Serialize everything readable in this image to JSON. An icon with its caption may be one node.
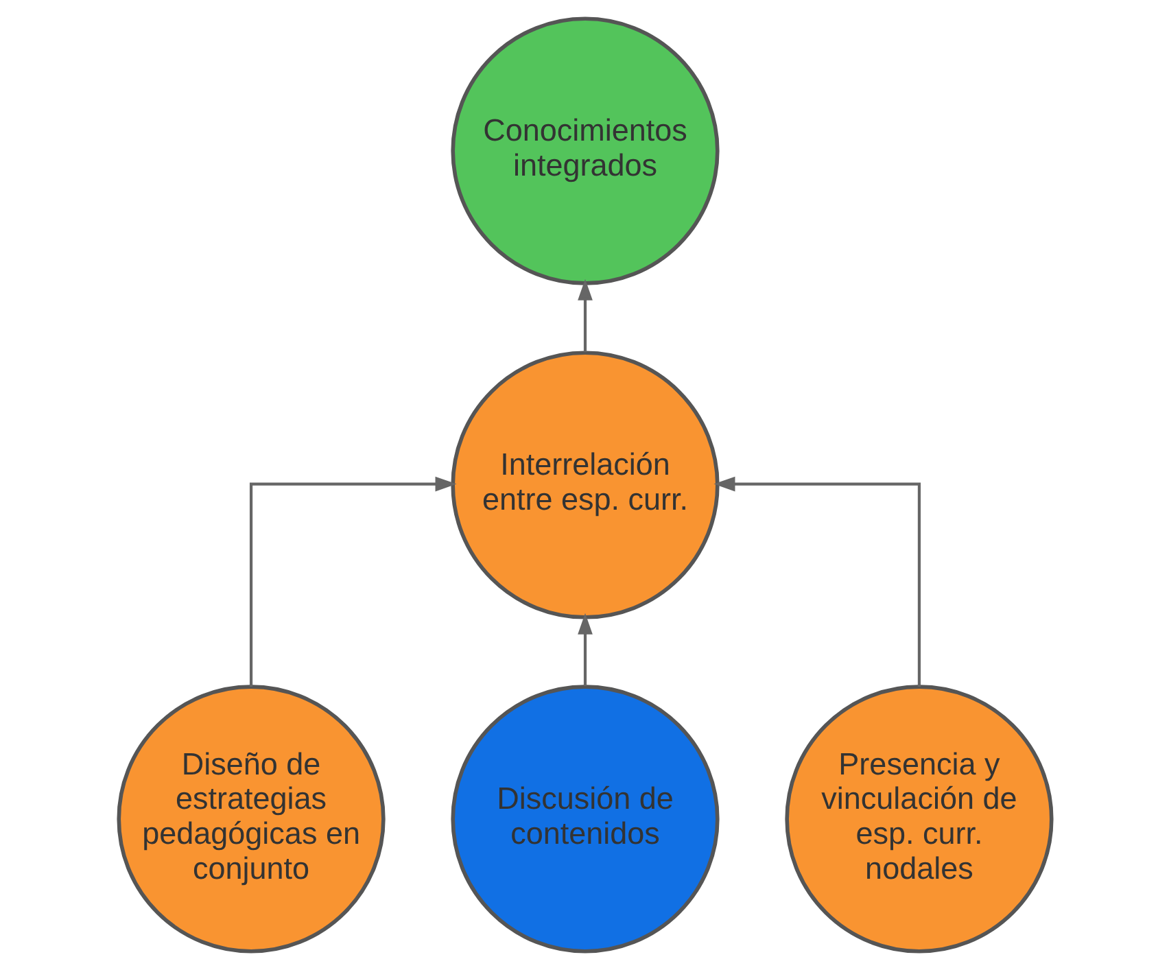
{
  "diagram": {
    "nodes": [
      {
        "text": [
          "Conocimientos integrados"
        ]
      },
      {
        "text": [
          "Interrelación entre esp. curr."
        ]
      },
      {
        "text": [
          "Diseño de estrategias pedagógicas en conjunto"
        ]
      },
      {
        "text": [
          "Discusión de contenidos"
        ]
      },
      {
        "text": [
          "Presencia y vinculación de esp. curr. nodales"
        ]
      }
    ],
    "edges": [
      {
        "from": 1,
        "to": 0,
        "arrow": "to"
      },
      {
        "from": 2,
        "to": 1,
        "arrow": "to"
      },
      {
        "from": 3,
        "to": 1,
        "arrow": "to"
      },
      {
        "from": 4,
        "to": 1,
        "arrow": "to"
      }
    ]
  }
}
